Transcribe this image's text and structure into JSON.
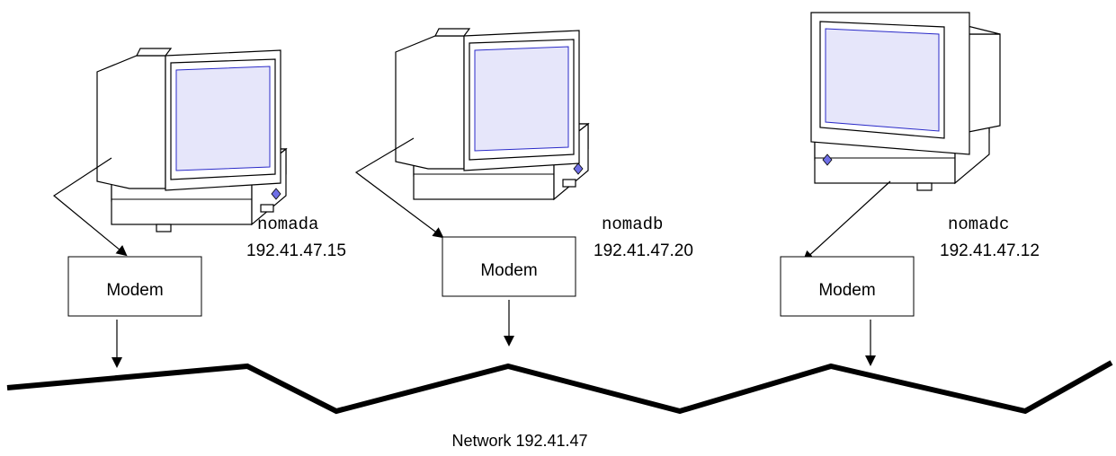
{
  "network": {
    "label": "Network 192.41.47"
  },
  "hosts": [
    {
      "name": "nomada",
      "ip": "192.41.47.15",
      "modem_label": "Modem"
    },
    {
      "name": "nomadb",
      "ip": "192.41.47.20",
      "modem_label": "Modem"
    },
    {
      "name": "nomadc",
      "ip": "192.41.47.12",
      "modem_label": "Modem"
    }
  ],
  "colors": {
    "screen_fill": "#e6e6fa",
    "screen_border": "#2a2ac8",
    "power_led": "#6f6fe6",
    "line": "#000000"
  }
}
